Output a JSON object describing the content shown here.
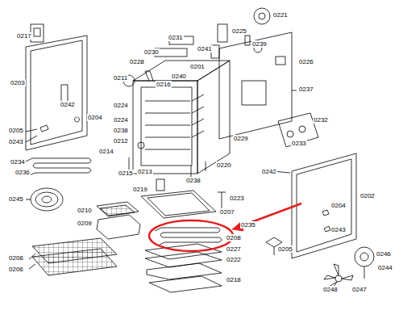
{
  "diagram": {
    "labels": [
      "0217",
      "0203",
      "0242",
      "0205",
      "0204",
      "0243",
      "0234",
      "0236",
      "0245",
      "0210",
      "0209",
      "0208",
      "0206",
      "0231",
      "0230",
      "0228",
      "0225",
      "0221",
      "0239",
      "0241",
      "0226",
      "0201",
      "0240",
      "0237",
      "0211",
      "0216",
      "0224",
      "0224",
      "0238",
      "0212",
      "0214",
      "0215",
      "0213",
      "0229",
      "0220",
      "0238",
      "0219",
      "0232",
      "0233",
      "0242",
      "0202",
      "0223",
      "0207",
      "0235",
      "0208",
      "0227",
      "0222",
      "0218",
      "0204",
      "0243",
      "0205",
      "0246",
      "0244",
      "0248",
      "0247"
    ]
  }
}
